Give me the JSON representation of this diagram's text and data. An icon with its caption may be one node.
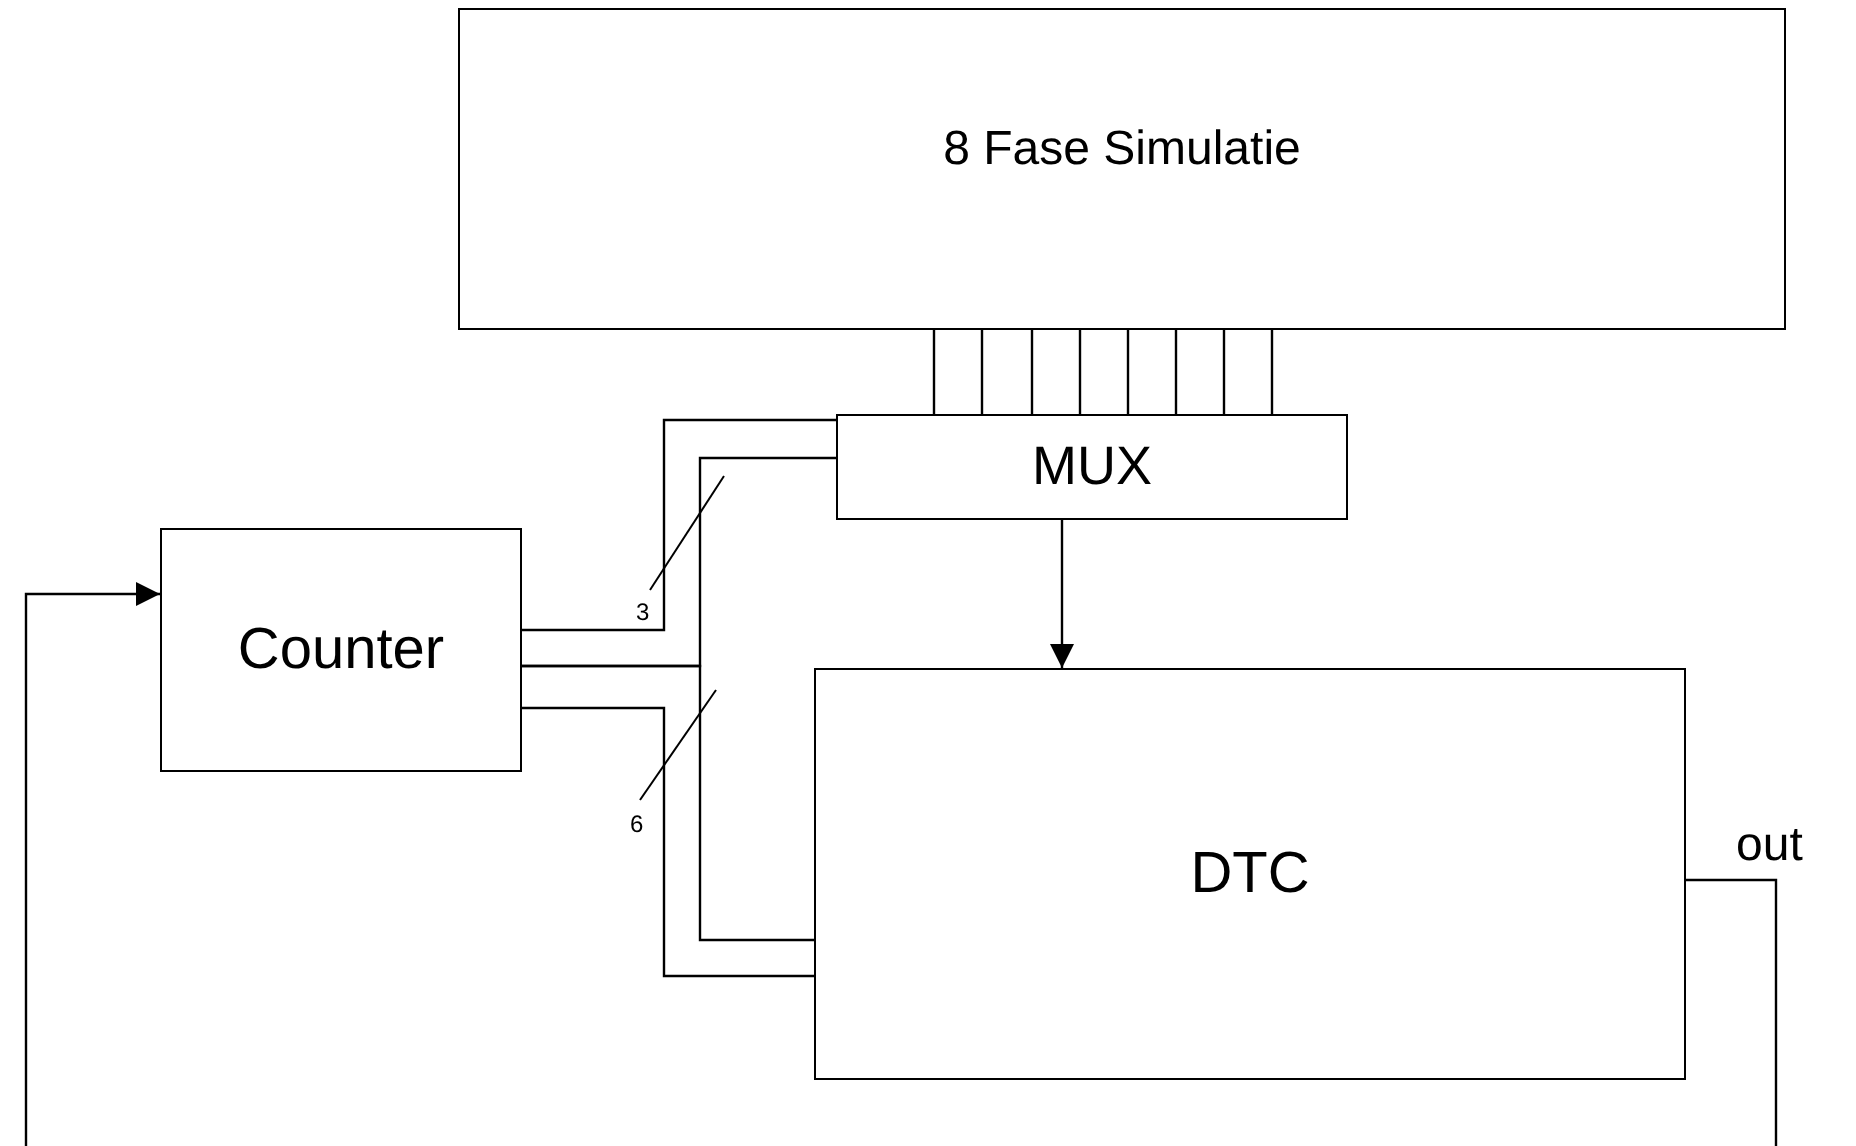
{
  "diagram": {
    "nodes": [
      {
        "text": [
          "8 Fase Simulatie"
        ]
      },
      {
        "text": [
          "MUX"
        ]
      },
      {
        "text": [
          "Counter"
        ]
      },
      {
        "text": [
          "DTC"
        ]
      }
    ],
    "edges": [
      {
        "from": 2,
        "to": 1,
        "arrow": "none"
      },
      {
        "from": 2,
        "to": 1,
        "arrow": "none"
      },
      {
        "from": 2,
        "to": 3,
        "arrow": "none"
      },
      {
        "from": 2,
        "to": 3,
        "arrow": "none"
      },
      {
        "from": 0,
        "to": 1,
        "arrow": "none"
      },
      {
        "from": 0,
        "to": 1,
        "arrow": "none"
      },
      {
        "from": 0,
        "to": 1,
        "arrow": "none"
      },
      {
        "from": 0,
        "to": 1,
        "arrow": "none"
      },
      {
        "from": 0,
        "to": 1,
        "arrow": "none"
      },
      {
        "from": 0,
        "to": 1,
        "arrow": "none"
      },
      {
        "from": 0,
        "to": 1,
        "arrow": "none"
      },
      {
        "from": 0,
        "to": 1,
        "arrow": "none"
      },
      {
        "from": 1,
        "to": 3,
        "arrow": "to"
      },
      {
        "from": null,
        "to": 2,
        "arrow": "to"
      },
      {
        "from": 3,
        "to": null,
        "arrow": "none",
        "label": "out"
      }
    ],
    "labels": [
      "3",
      "6"
    ]
  }
}
